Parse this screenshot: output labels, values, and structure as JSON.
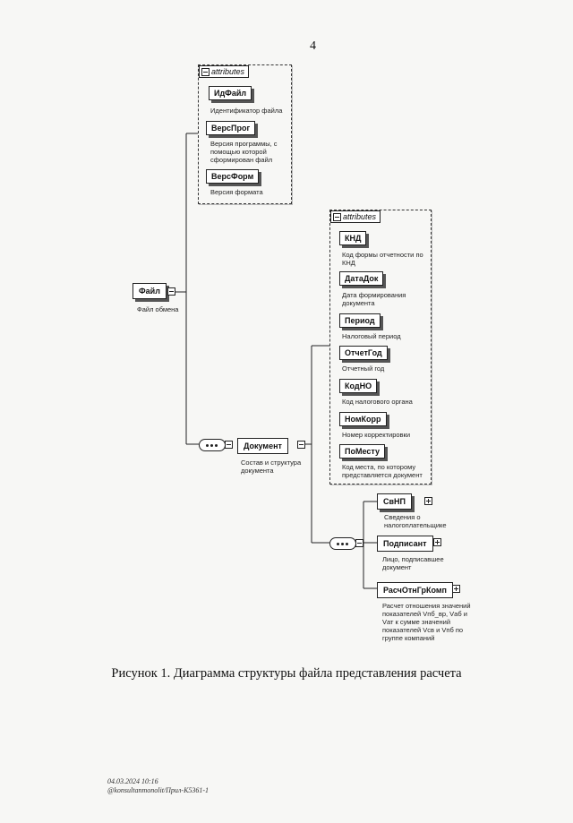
{
  "page_number": "4",
  "diagram": {
    "root": {
      "name": "Файл",
      "desc": "Файл обмена"
    },
    "file_attributes": {
      "header": "attributes",
      "items": [
        {
          "name": "ИдФайл",
          "desc": "Идентификатор файла"
        },
        {
          "name": "ВерсПрог",
          "desc": "Версия программы, с помощью которой сформирован файл"
        },
        {
          "name": "ВерсФорм",
          "desc": "Версия формата"
        }
      ]
    },
    "document": {
      "name": "Документ",
      "desc": "Состав и структура документа"
    },
    "doc_attributes": {
      "header": "attributes",
      "items": [
        {
          "name": "КНД",
          "desc": "Код формы отчетности по КНД"
        },
        {
          "name": "ДатаДок",
          "desc": "Дата формирования документа"
        },
        {
          "name": "Период",
          "desc": "Налоговый период"
        },
        {
          "name": "ОтчетГод",
          "desc": "Отчетный год"
        },
        {
          "name": "КодНО",
          "desc": "Код налогового органа"
        },
        {
          "name": "НомКорр",
          "desc": "Номер корректировки"
        },
        {
          "name": "ПоМесту",
          "desc": "Код места, по которому представляется документ"
        }
      ]
    },
    "children": [
      {
        "name": "СвНП",
        "desc": "Сведения о налогоплательщике"
      },
      {
        "name": "Подписант",
        "desc": "Лицо, подписавшее документ"
      },
      {
        "name": "РасчОтнГрКомп",
        "desc": "Расчет отношения значений показателей Vпб_вр, Vаб и Vат к сумме значений показателей Vсв и Vпб по группе компаний"
      }
    ]
  },
  "caption": "Рисунок 1. Диаграмма структуры файла представления расчета",
  "footer": {
    "line1": "04.03.2024 10:16",
    "line2": "@konsultanmonolit/Прил-К5361-1"
  }
}
